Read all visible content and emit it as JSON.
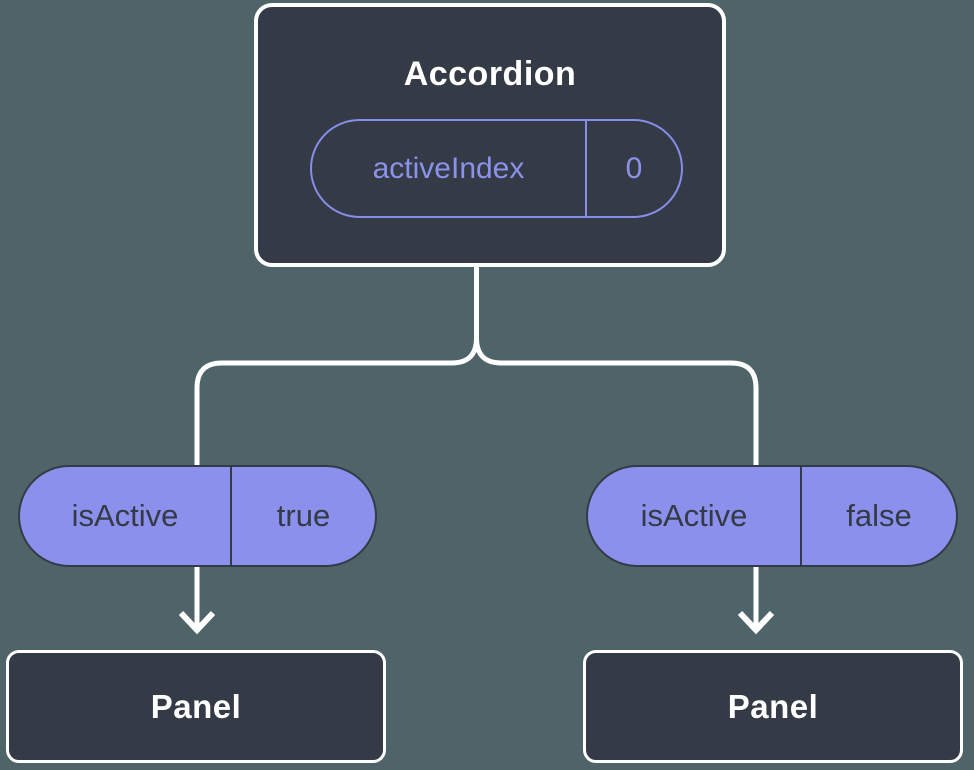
{
  "colors": {
    "background": "#4e6469",
    "node_dark": "#343a46",
    "node_border_white": "#ffffff",
    "pill_fill_purple": "#8b90ec",
    "pill_outline_purple": "#878ee9",
    "edge_white": "#ffffff"
  },
  "tree": {
    "root": {
      "title": "Accordion",
      "prop_name": "activeIndex",
      "prop_value": "0"
    },
    "left_child": {
      "prop_name": "isActive",
      "prop_value": "true",
      "node_title": "Panel"
    },
    "right_child": {
      "prop_name": "isActive",
      "prop_value": "false",
      "node_title": "Panel"
    }
  }
}
